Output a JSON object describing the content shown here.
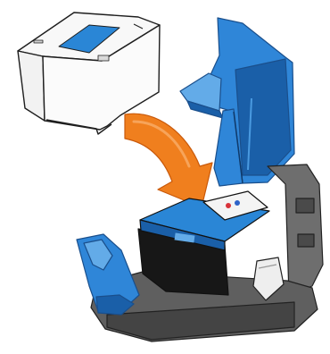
{
  "figure": {
    "kind": "printer-cartridge-installation-illustration",
    "steps_shown": [
      "new-cartridge",
      "insert-arrow",
      "open-carriage-lid",
      "installed-cartridge"
    ]
  },
  "colors": {
    "background": "#ffffff",
    "cartridge_body": "#f8f8f8",
    "outline": "#1e1e1e",
    "cartridge_label_blue": "#2a86d6",
    "lid_blue": "#2f86d8",
    "lid_blue_dark": "#1a5fa8",
    "lid_blue_light": "#63abe8",
    "arrow_orange": "#f07f1e",
    "arrow_orange_dark": "#c9590a",
    "carriage_gray": "#6e6e6e",
    "carriage_dark": "#3b3b3b",
    "cartridge_black": "#171717",
    "latch_white": "#eeeeee",
    "ink_red": "#d8333a",
    "ink_blue": "#2e63c8"
  }
}
